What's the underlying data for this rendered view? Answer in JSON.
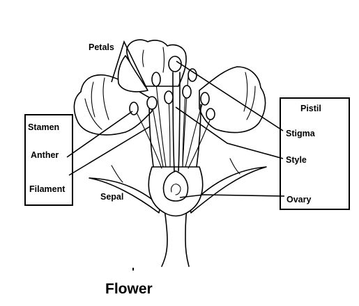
{
  "title": "Flower",
  "labels": {
    "petals": "Petals",
    "stamen": "Stamen",
    "anther": "Anther",
    "filament": "Filament",
    "sepal": "Sepal",
    "pistil": "Pistil",
    "stigma": "Stigma",
    "style": "Style",
    "ovary": "Ovary"
  }
}
